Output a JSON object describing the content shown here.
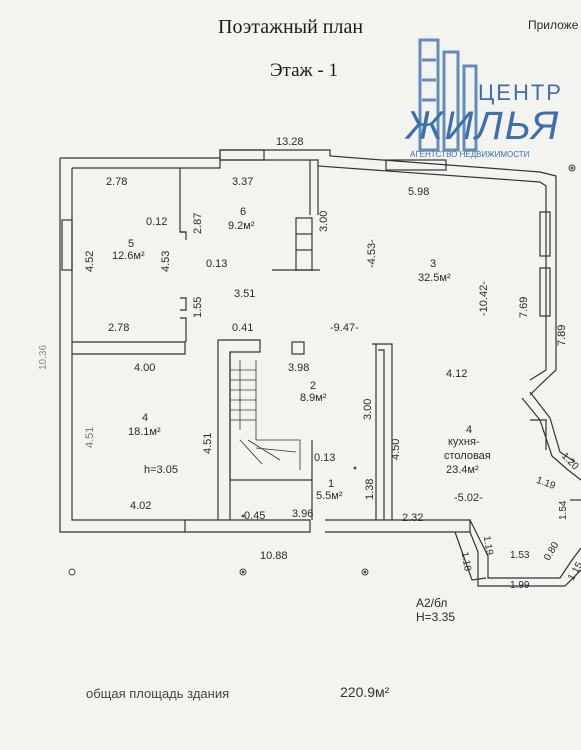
{
  "header": {
    "title": "Поэтажный план",
    "floor": "Этаж  - 1",
    "corner_label": "Приложе"
  },
  "watermark": {
    "line1": "ЦЕНТР",
    "line2": "ЖИЛЬЯ",
    "line3": "АГЕНТСТВО НЕДВИЖИМОСТИ",
    "color": "#3f6fa8"
  },
  "dimensions": {
    "top_total": "13.28",
    "bottom_total": "10.88",
    "left_total": "10.36",
    "d_2_78_top": "2.78",
    "d_3_37": "3.37",
    "d_5_98": "5.98",
    "d_0_12": "0.12",
    "d_2_87": "2.87",
    "d_4_52": "4.52",
    "d_4_53_left": "4.53",
    "d_0_13_top": "0.13",
    "d_3_00_top": "3.00",
    "d_4_53_mid": "-4.53-",
    "d_10_42": "-10.42-",
    "d_7_69": "7.69",
    "d_7_89": "7.89",
    "d_3_51": "3.51",
    "d_1_55": "1.55",
    "d_2_78_bottom": "2.78",
    "d_0_41": "0.41",
    "d_9_47": "-9.47-",
    "d_4_00": "4.00",
    "d_3_98": "3.98",
    "d_4_12": "4.12",
    "d_4_51_left": "4.51",
    "d_4_51_stair": "4.51",
    "d_3_00_mid": "3.00",
    "d_4_50": "4.50",
    "d_0_13_bottom": "0.13",
    "h_3_05": "h=3.05",
    "d_1_38": "1.38",
    "d_5_02": "-5.02-",
    "d_4_02": "4.02",
    "d_0_45": "0.45",
    "d_3_96": "3.96",
    "d_2_32": "2.32",
    "d_1_20": "1.20",
    "d_1_19_a": "1.19",
    "d_1_54": "1.54",
    "d_1_19_b": "1.19",
    "d_1_18": "1.18",
    "d_1_53": "1.53",
    "d_0_80": "0.80",
    "d_1_99": "1.99",
    "d_1_15": "1.15"
  },
  "rooms": [
    {
      "number": "5",
      "area": "12.6м²"
    },
    {
      "number": "6",
      "area": "9.2м²"
    },
    {
      "number": "3",
      "area": "32.5м²"
    },
    {
      "number": "2",
      "area": "8.9м²"
    },
    {
      "number": "4",
      "area": "18.1м²"
    },
    {
      "number": "4",
      "name": "кухня-столовая",
      "name_line1": "кухня-",
      "name_line2": "столовая",
      "area": "23.4м²"
    },
    {
      "number": "1",
      "area": "5.5м²"
    }
  ],
  "footer": {
    "stamp_line1": "А2/бл",
    "stamp_line2": "Н=3.35",
    "total_label": "общая площадь  здания",
    "total_value": "220.9м²"
  }
}
